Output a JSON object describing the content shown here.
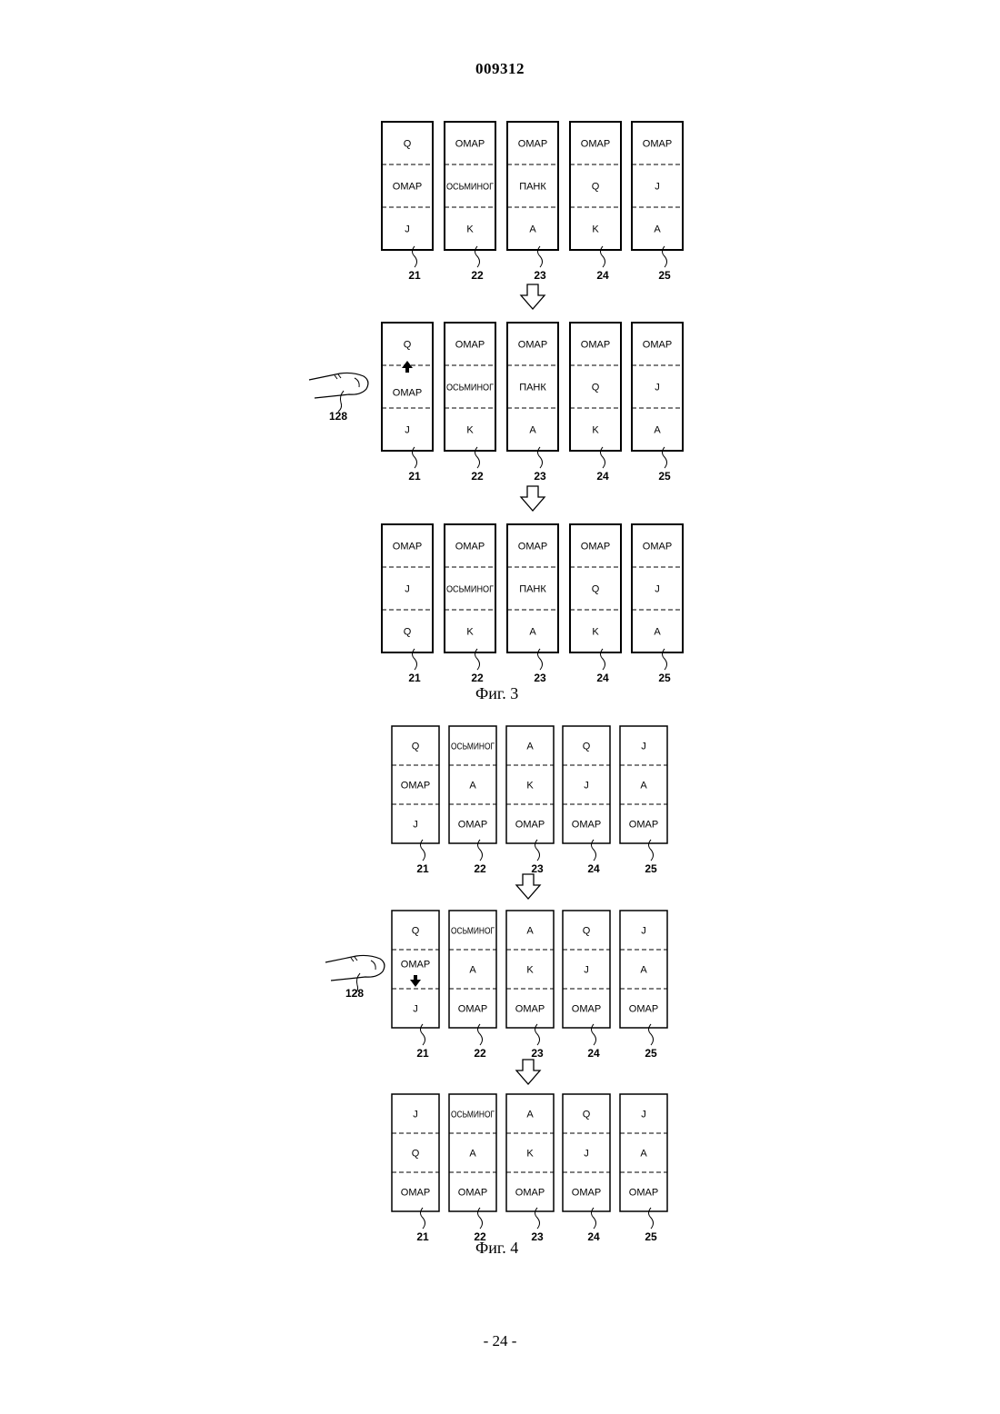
{
  "header": {
    "doc_number": "009312"
  },
  "footer": {
    "page_number": "- 24 -"
  },
  "reel_labels": [
    "21",
    "22",
    "23",
    "24",
    "25"
  ],
  "finger_label": "128",
  "fig3": {
    "caption": "Фиг. 3",
    "stages": [
      {
        "reels": [
          [
            "Q",
            "ОМАР",
            "J"
          ],
          [
            "ОМАР",
            "ОСЬМИНОГ",
            "K"
          ],
          [
            "ОМАР",
            "ПАНК",
            "A"
          ],
          [
            "ОМАР",
            "Q",
            "K"
          ],
          [
            "ОМАР",
            "J",
            "A"
          ]
        ],
        "touch": false
      },
      {
        "reels": [
          [
            "Q",
            "ОМАР",
            "J"
          ],
          [
            "ОМАР",
            "ОСЬМИНОГ",
            "K"
          ],
          [
            "ОМАР",
            "ПАНК",
            "A"
          ],
          [
            "ОМАР",
            "Q",
            "K"
          ],
          [
            "ОМАР",
            "J",
            "A"
          ]
        ],
        "touch": true,
        "arrow": "up"
      },
      {
        "reels": [
          [
            "ОМАР",
            "J",
            "Q"
          ],
          [
            "ОМАР",
            "ОСЬМИНОГ",
            "K"
          ],
          [
            "ОМАР",
            "ПАНК",
            "A"
          ],
          [
            "ОМАР",
            "Q",
            "K"
          ],
          [
            "ОМАР",
            "J",
            "A"
          ]
        ],
        "touch": false
      }
    ]
  },
  "fig4": {
    "caption": "Фиг. 4",
    "stages": [
      {
        "reels": [
          [
            "Q",
            "ОМАР",
            "J"
          ],
          [
            "ОСЬМИНОГ",
            "A",
            "ОМАР"
          ],
          [
            "A",
            "K",
            "ОМАР"
          ],
          [
            "Q",
            "J",
            "ОМАР"
          ],
          [
            "J",
            "A",
            "ОМАР"
          ]
        ],
        "touch": false
      },
      {
        "reels": [
          [
            "Q",
            "ОМАР",
            "J"
          ],
          [
            "ОСЬМИНОГ",
            "A",
            "ОМАР"
          ],
          [
            "A",
            "K",
            "ОМАР"
          ],
          [
            "Q",
            "J",
            "ОМАР"
          ],
          [
            "J",
            "A",
            "ОМАР"
          ]
        ],
        "touch": true,
        "arrow": "down"
      },
      {
        "reels": [
          [
            "J",
            "Q",
            "ОМАР"
          ],
          [
            "ОСЬМИНОГ",
            "A",
            "ОМАР"
          ],
          [
            "A",
            "K",
            "ОМАР"
          ],
          [
            "Q",
            "J",
            "ОМАР"
          ],
          [
            "J",
            "A",
            "ОМАР"
          ]
        ],
        "touch": false
      }
    ]
  }
}
